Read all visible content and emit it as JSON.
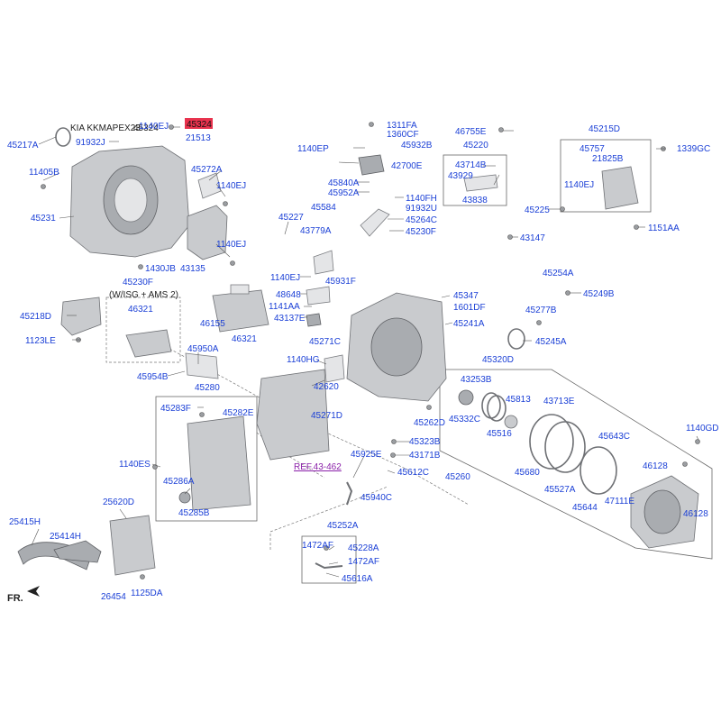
{
  "colors": {
    "label": "#1a3fd6",
    "highlight": "#e8324d",
    "reference": "#8a1fa8",
    "part_fill": "#c9cbce"
  },
  "header": {
    "brand_caption": "KIA KKMAPEX23",
    "brand_suffix": "45324"
  },
  "highlight_label": "45324",
  "reference_label": "REF.43-462",
  "note": "(W/ISG + AMS 2)",
  "forward_label": "FR.",
  "labels": {
    "l_1140EJ_a": "1140EJ",
    "l_21513": "21513",
    "l_45217A": "45217A",
    "l_91932J": "91932J",
    "l_11405B": "11405B",
    "l_45231": "45231",
    "l_45272A": "45272A",
    "l_1140EJ_b": "1140EJ",
    "l_1140EJ_c": "1140EJ",
    "l_43135": "43135",
    "l_1430JB": "1430JB",
    "l_45230F": "45230F",
    "l_46321_a": "46321",
    "l_45218D": "45218D",
    "l_1123LE": "1123LE",
    "l_46155": "46155",
    "l_46321_b": "46321",
    "l_45950A": "45950A",
    "l_45954B": "45954B",
    "l_45280": "45280",
    "l_45283F": "45283F",
    "l_45282E": "45282E",
    "l_1140ES": "1140ES",
    "l_45286A": "45286A",
    "l_45285B": "45285B",
    "l_25620D": "25620D",
    "l_25415H": "25415H",
    "l_25414H": "25414H",
    "l_26454": "26454",
    "l_1125DA": "1125DA",
    "l_1311FA": "1311FA",
    "l_1360CF": "1360CF",
    "l_1140EP": "1140EP",
    "l_45932B": "45932B",
    "l_42700E": "42700E",
    "l_45840A": "45840A",
    "l_45952A": "45952A",
    "l_1140FH": "1140FH",
    "l_91932U": "91932U",
    "l_45264C": "45264C",
    "l_45230F_b": "45230F",
    "l_45227": "45227",
    "l_45584": "45584",
    "l_43779A": "43779A",
    "l_1140EJ_d": "1140EJ",
    "l_45931F": "45931F",
    "l_48648": "48648",
    "l_1141AA": "1141AA",
    "l_43137E": "43137E",
    "l_45271C": "45271C",
    "l_1140HG": "1140HG",
    "l_42620": "42620",
    "l_45271D": "45271D",
    "l_46755E": "46755E",
    "l_45220": "45220",
    "l_43714B": "43714B",
    "l_43929": "43929",
    "l_43838": "43838",
    "l_43147": "43147",
    "l_45347": "45347",
    "l_1601DF": "1601DF",
    "l_45241A": "45241A",
    "l_45215D": "45215D",
    "l_45757": "45757",
    "l_21825B": "21825B",
    "l_1339GC": "1339GC",
    "l_1140EJ_e": "1140EJ",
    "l_45225": "45225",
    "l_1151AA": "1151AA",
    "l_45254A": "45254A",
    "l_45249B": "45249B",
    "l_45277B": "45277B",
    "l_45245A": "45245A",
    "l_45320D": "45320D",
    "l_43253B": "43253B",
    "l_45813": "45813",
    "l_45332C": "45332C",
    "l_45516": "45516",
    "l_43713E": "43713E",
    "l_45262D": "45262D",
    "l_45323B": "45323B",
    "l_43171B": "43171B",
    "l_45925E": "45925E",
    "l_45612C": "45612C",
    "l_45260": "45260",
    "l_45940C": "45940C",
    "l_45680": "45680",
    "l_45527A": "45527A",
    "l_45643C": "45643C",
    "l_45644": "45644",
    "l_1140GD": "1140GD",
    "l_46128_a": "46128",
    "l_47111E": "47111E",
    "l_46128_b": "46128",
    "l_45252A": "45252A",
    "l_1472AF_a": "1472AF",
    "l_45228A": "45228A",
    "l_1472AF_b": "1472AF",
    "l_45616A": "45616A"
  }
}
